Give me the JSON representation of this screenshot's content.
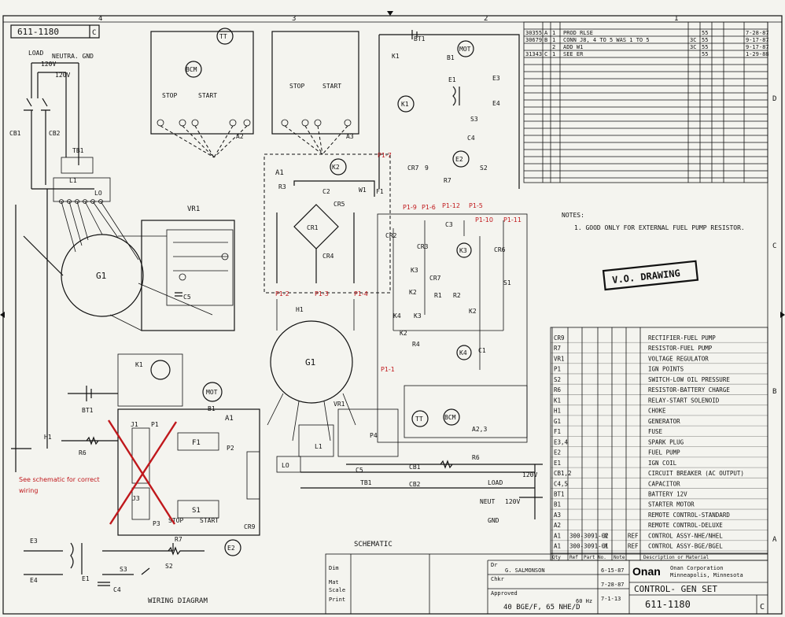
{
  "drawing_number": "611-1180",
  "revision_letter": "C",
  "zone_numbers": [
    "4",
    "3",
    "2",
    "1"
  ],
  "zone_letters": [
    "D",
    "C",
    "B",
    "A"
  ],
  "revision_table": {
    "rows": [
      {
        "ecn": "30355",
        "ltr": "A",
        "rev": "PROD RLSE",
        "zone": "",
        "drf": "55",
        "chk": "",
        "date": "7-28-87"
      },
      {
        "ecn": "30679",
        "ltr": "B",
        "rev": "CONN J8, 4 TO 5 WAS 1 TO 5",
        "zone": "3C",
        "drf": "55",
        "chk": "",
        "date": "9-17-87"
      },
      {
        "ecn": "",
        "ltr": "",
        "rev": "ADD W1",
        "zone": "3C",
        "drf": "55",
        "chk": "",
        "date": "9-17-87"
      },
      {
        "ecn": "31343",
        "ltr": "C",
        "rev": "SEE ER",
        "zone": "",
        "drf": "55",
        "chk": "",
        "date": "1-29-88"
      }
    ],
    "item_numbers": [
      "1",
      "2"
    ]
  },
  "notes": {
    "heading": "NOTES:",
    "items": [
      "1. GOOD ONLY FOR EXTERNAL FUEL PUMP RESISTOR."
    ]
  },
  "stamp": "V.O. DRAWING",
  "annotation": {
    "line1": "See schematic for correct",
    "line2": "wiring"
  },
  "section_titles": {
    "wiring": "WIRING DIAGRAM",
    "schematic": "SCHEMATIC"
  },
  "parts_list": [
    {
      "ref": "CR9",
      "desc": "RECTIFIER-FUEL PUMP"
    },
    {
      "ref": "R7",
      "desc": "RESISTOR-FUEL PUMP"
    },
    {
      "ref": "VR1",
      "desc": "VOLTAGE REGULATOR"
    },
    {
      "ref": "P1",
      "desc": "IGN POINTS"
    },
    {
      "ref": "S2",
      "desc": "SWITCH-LOW OIL PRESSURE"
    },
    {
      "ref": "R6",
      "desc": "RESISTOR-BATTERY CHARGE"
    },
    {
      "ref": "K1",
      "desc": "RELAY-START SOLENOID"
    },
    {
      "ref": "H1",
      "desc": "CHOKE"
    },
    {
      "ref": "G1",
      "desc": "GENERATOR"
    },
    {
      "ref": "F1",
      "desc": "FUSE"
    },
    {
      "ref": "E3,4",
      "desc": "SPARK PLUG"
    },
    {
      "ref": "E2",
      "desc": "FUEL PUMP"
    },
    {
      "ref": "E1",
      "desc": "IGN COIL"
    },
    {
      "ref": "CB1,2",
      "desc": "CIRCUIT BREAKER (AC OUTPUT)"
    },
    {
      "ref": "C4,5",
      "desc": "CAPACITOR"
    },
    {
      "ref": "BT1",
      "desc": "BATTERY 12V"
    },
    {
      "ref": "B1",
      "desc": "STARTER MOTOR"
    },
    {
      "ref": "A3",
      "desc": "REMOTE CONTROL-STANDARD"
    },
    {
      "ref": "A2",
      "desc": "REMOTE CONTROL-DELUXE"
    },
    {
      "ref": "A1",
      "pn": "300-3091-02",
      "qty": "X",
      "note": "REF",
      "desc": "CONTROL ASSY-NHE/NHEL"
    },
    {
      "ref": "A1",
      "pn": "300-3091-01",
      "qty": "X",
      "note": "REF",
      "desc": "CONTROL ASSY-BGE/BGEL"
    }
  ],
  "parts_header": {
    "qty": "Qty",
    "ref": "Ref",
    "part": "Part No.",
    "note": "Note",
    "desc": "Description or Material"
  },
  "title_block": {
    "drawn_label": "Dr",
    "drawn": "G. SALMONSON",
    "drawn_date": "6-15-87",
    "checked_label": "Chkr",
    "checked_date": "7-28-87",
    "approved_label": "Approved",
    "approved_date": "7-1-13",
    "company": "Onan",
    "company_line1": "Onan Corporation",
    "company_line2": "Minneapolis, Minnesota",
    "title": "CONTROL- GEN SET",
    "model": "40 BGE/F, 65 NHE/D",
    "scale_label": "Scale",
    "print_label": "Print",
    "mat_label": "Mat",
    "dim_label": "Dim",
    "freq": "60 Hz",
    "dwg_no": "611-1180",
    "size": "C"
  },
  "labels": {
    "load": "LOAD",
    "neutral_gnd": "NEUTRA. GND",
    "v120a": "120V",
    "v120b": "120V",
    "cb1": "CB1",
    "cb2": "CB2",
    "tb1": "TB1",
    "l1": "L1",
    "l0": "LO",
    "g1": "G1",
    "vr1": "VR1",
    "c5": "C5",
    "k1": "K1",
    "b1": "B1",
    "bt1": "BT1",
    "h1": "H1",
    "r6": "R6",
    "a1": "A1",
    "f1": "F1",
    "s1": "S1",
    "stop": "STOP",
    "start": "START",
    "p2": "P2",
    "j1": "J1",
    "p1": "P1",
    "j3": "J3",
    "p3": "P3",
    "cr9": "CR9",
    "e3": "E3",
    "e4": "E4",
    "e1": "E1",
    "r7": "R7",
    "e2": "E2",
    "s2": "S2",
    "s3": "S3",
    "c4": "C4",
    "tt": "TT",
    "bcm": "BCM",
    "a2": "A2",
    "a3": "A3",
    "k2": "K2",
    "r3": "R3",
    "c2": "C2",
    "cr5": "CR5",
    "cr1": "CR1",
    "cr4": "CR4",
    "w1": "W1",
    "h1s": "H1",
    "g1s": "G1",
    "k1s": "K1",
    "b1s": "B1",
    "bt1s": "BT1",
    "mot": "MOT",
    "e1s": "E1",
    "e3s": "E3",
    "e4s": "E4",
    "s3s": "S3",
    "c4s": "C4",
    "cr2": "CR2",
    "cr3": "CR3",
    "c3": "C3",
    "k3": "K3",
    "cr7": "CR7",
    "r1": "R1",
    "r2": "R2",
    "k4": "K4",
    "r4": "R4",
    "c1": "C1",
    "cr6": "CR6",
    "s1s": "S1",
    "r9": "9",
    "r7s": "R7",
    "e2s": "E2",
    "s2s": "S2",
    "vr1s": "VR1",
    "p4": "P4",
    "cb1s": "CB1",
    "cb2s": "CB2",
    "load2": "LOAD",
    "neut": "NEUT",
    "v120c": "120V",
    "v120d": "120V",
    "gnd": "GND",
    "tb1s": "TB1",
    "r6s": "R6",
    "a23": "A2,3"
  },
  "red_pins": {
    "p1_7": "P1-7",
    "p1_9": "P1-9",
    "p1_6": "P1-6",
    "p1_12": "P1-12",
    "p1_5": "P1-5",
    "p1_10": "P1-10",
    "p1_11": "P1-11",
    "p1_2": "P1-2",
    "p1_3": "P1-3",
    "p1_4": "P1-4",
    "p1_1": "P1-1"
  },
  "colors": {
    "ink": "#111111",
    "paper": "#f4f4ef",
    "markup": "#c0181c"
  }
}
